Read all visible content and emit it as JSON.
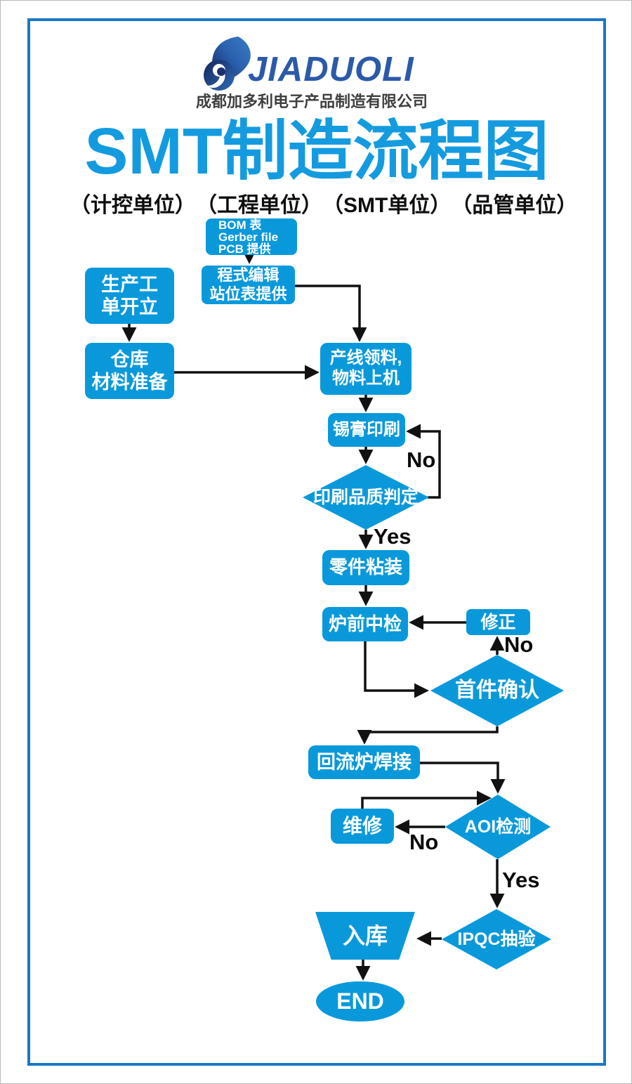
{
  "logo": {
    "icon": "jiaduoli-swoosh-icon",
    "wordmark": "JIADUOLI",
    "company": "成都加多利电子产品制造有限公司"
  },
  "header": {
    "title": "SMT制造流程图",
    "units": [
      "（计控单位）",
      "（工程单位）",
      "（SMT单位）",
      "（品管单位）"
    ]
  },
  "colors": {
    "node_blue": "#0999db",
    "title_blue": "#149bdf",
    "frame_blue": "#1a78c6",
    "arrow_black": "#111111",
    "logo_blue": "#2b5aa9"
  },
  "nodes": {
    "bom": {
      "shape": "rect",
      "lines": [
        "BOM 表",
        "Gerber file",
        "PCB 提供"
      ]
    },
    "program": {
      "shape": "rect",
      "lines": [
        "程式编辑",
        "站位表提供"
      ]
    },
    "workorder": {
      "shape": "rect",
      "lines": [
        "生产工",
        "单开立"
      ]
    },
    "warehouse": {
      "shape": "rect",
      "lines": [
        "仓库",
        "材料准备"
      ]
    },
    "linepick": {
      "shape": "rect",
      "lines": [
        "产线领料,",
        "物料上机"
      ]
    },
    "solderprint": {
      "shape": "rect",
      "lines": [
        "锡膏印刷"
      ]
    },
    "printcheck": {
      "shape": "diamond",
      "lines": [
        "印刷品质判定"
      ]
    },
    "placement": {
      "shape": "rect",
      "lines": [
        "零件粘装"
      ]
    },
    "preoven": {
      "shape": "rect",
      "lines": [
        "炉前中检"
      ]
    },
    "fix": {
      "shape": "rect",
      "lines": [
        "修正"
      ]
    },
    "firstarticle": {
      "shape": "diamond",
      "lines": [
        "首件确认"
      ]
    },
    "reflow": {
      "shape": "rect",
      "lines": [
        "回流炉焊接"
      ]
    },
    "repair": {
      "shape": "rect",
      "lines": [
        "维修"
      ]
    },
    "aoi": {
      "shape": "diamond",
      "lines": [
        "AOI检测"
      ]
    },
    "ipqc": {
      "shape": "diamond",
      "lines": [
        "IPQC抽验"
      ]
    },
    "inbound": {
      "shape": "trapezoid",
      "lines": [
        "入库"
      ]
    },
    "end": {
      "shape": "ellipse",
      "lines": [
        "END"
      ]
    }
  },
  "labels": {
    "print_no": "No",
    "print_yes": "Yes",
    "first_no": "No",
    "aoi_no": "No",
    "aoi_yes": "Yes"
  }
}
